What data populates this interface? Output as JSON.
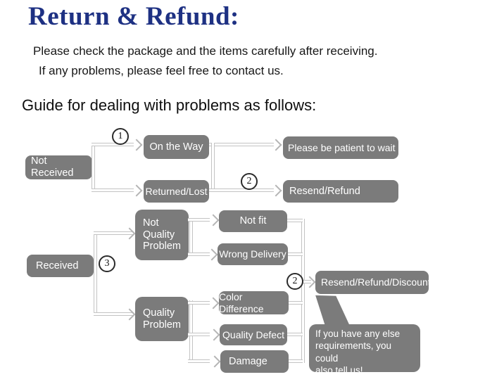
{
  "header": {
    "title": "Return & Refund:",
    "subtitle_line1": "Please check the package and the items carefully after receiving.",
    "subtitle_line2": "If any problems, please feel free to contact us.",
    "guide_heading": "Guide for dealing with problems as follows:"
  },
  "colors": {
    "title_navy": "#1e3183",
    "node_gray": "#7b7b7b",
    "connector_gray": "#c3c3c3",
    "node_text": "#ffffff"
  },
  "flow1": {
    "root": "Not Received",
    "n1": "1",
    "n2": "2",
    "on_the_way": "On the Way",
    "patient": "Please be patient to wait",
    "returned_lost": "Returned/Lost",
    "resend_refund": "Resend/Refund"
  },
  "flow2": {
    "root": "Received",
    "n3": "3",
    "n2": "2",
    "not_quality_problem": "Not\nQuality\nProblem",
    "quality_problem": "Quality\nProblem",
    "not_fit": "Not fit",
    "wrong_delivery": "Wrong Delivery",
    "color_difference": "Color Difference",
    "quality_defect": "Quality Defect",
    "damage": "Damage",
    "outcome": "Resend/Refund/Discount",
    "note": "If you have any else\nrequirements, you could\nalso tell us!"
  }
}
